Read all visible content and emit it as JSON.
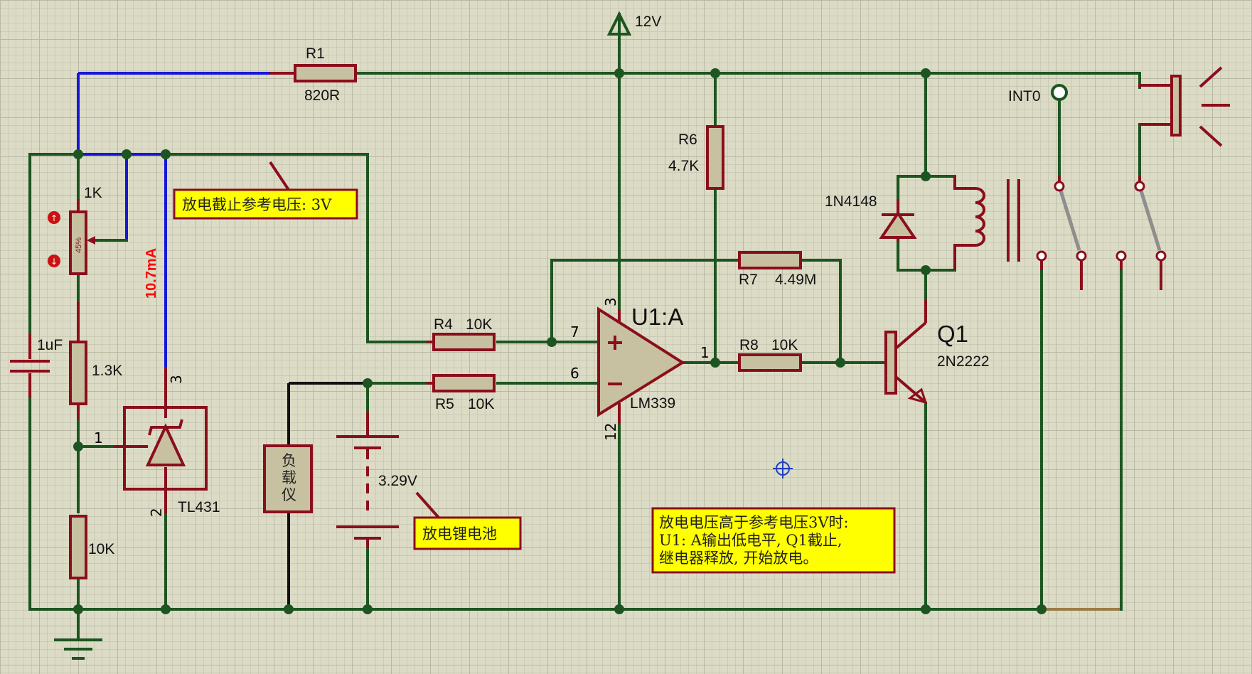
{
  "supply": {
    "label": "12V"
  },
  "resistors": {
    "r1": {
      "name": "R1",
      "value": "820R"
    },
    "r4": {
      "name": "R4",
      "value": "10K"
    },
    "r5": {
      "name": "R5",
      "value": "10K"
    },
    "r6": {
      "name": "R6",
      "value": "4.7K"
    },
    "r7": {
      "name": "R7",
      "value": "4.49M"
    },
    "r8": {
      "name": "R8",
      "value": "10K"
    },
    "r_13k": {
      "value": "1.3K"
    },
    "r_10k_bottom": {
      "value": "10K"
    }
  },
  "potentiometer": {
    "value": "1K",
    "position": "45%"
  },
  "capacitor": {
    "value": "1uF"
  },
  "current_probe": {
    "reading": "10.7mA"
  },
  "tl431": {
    "name": "TL431",
    "pin_ref": "1",
    "pin_cathode": "3",
    "pin_anode": "2"
  },
  "opamp": {
    "name": "U1:A",
    "part": "LM339",
    "pin_plus": "7",
    "pin_minus": "6",
    "pin_out": "1",
    "pin_vcc": "3",
    "pin_gnd": "12"
  },
  "transistor": {
    "name": "Q1",
    "part": "2N2222"
  },
  "diode": {
    "name": "1N4148"
  },
  "terminal": {
    "label": "INT0"
  },
  "battery": {
    "value": "3.29V"
  },
  "load": {
    "label": "负载仪"
  },
  "notes": {
    "ref_voltage": "放电截止参考电压: 3V",
    "battery": "放电锂电池",
    "desc_line1": "放电电压高于参考电压3V时:",
    "desc_line2": "U1: A输出低电平, Q1截止,",
    "desc_line3": "继电器释放, 开始放电。"
  },
  "colors": {
    "wire": "#1d5520",
    "component": "#8b0e1b",
    "probe_wire": "#1717d8",
    "note_bg": "#ffff00",
    "probe_text": "#ff0000"
  }
}
